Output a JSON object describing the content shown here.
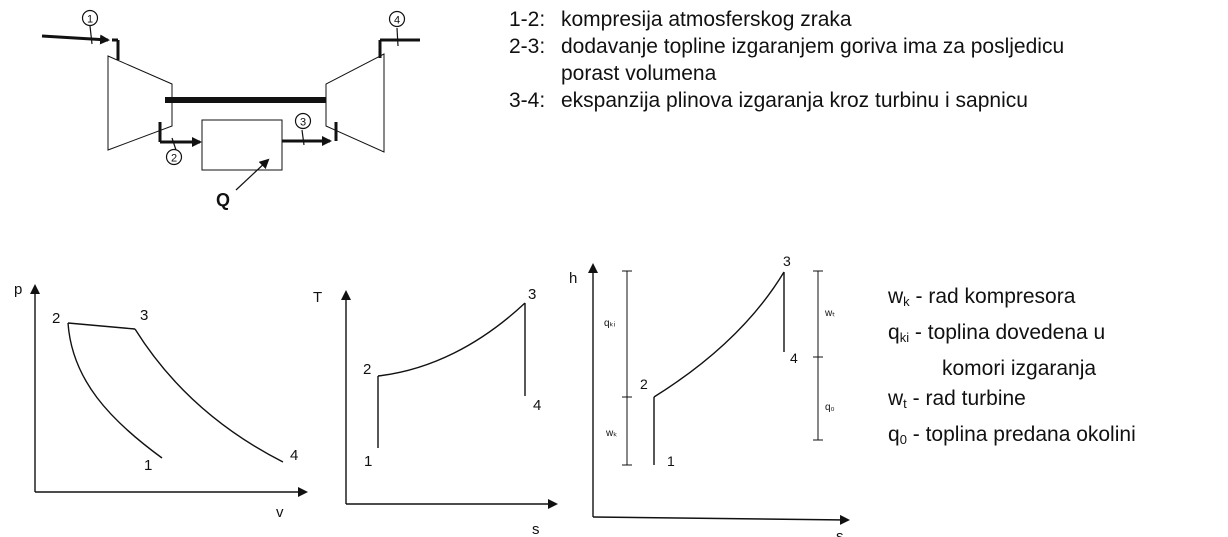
{
  "schematic": {
    "node_labels": [
      "1",
      "2",
      "3",
      "4"
    ],
    "heat_label": "Q"
  },
  "process_steps": [
    {
      "key": "1-2:",
      "text": "kompresija atmosferskog zraka"
    },
    {
      "key": "2-3:",
      "text": "dodavanje topline izgaranjem goriva ima za posljedicu porast volumena"
    },
    {
      "key": "3-4:",
      "text": "ekspanzija plinova izgaranja kroz turbinu i sapnicu"
    }
  ],
  "pv_diagram": {
    "y_axis": "p",
    "x_axis": "v",
    "points": [
      "1",
      "2",
      "3",
      "4"
    ]
  },
  "ts_diagram": {
    "y_axis": "T",
    "x_axis": "s",
    "points": [
      "1",
      "2",
      "3",
      "4"
    ]
  },
  "hs_diagram": {
    "y_axis": "h",
    "x_axis": "s",
    "points": [
      "1",
      "2",
      "3",
      "4"
    ],
    "left_annotations": [
      "qₖᵢ",
      "wₖ"
    ],
    "right_annotations": [
      "wₜ",
      "q₀"
    ]
  },
  "legend": [
    {
      "sym": "w",
      "sub": "k",
      "text": " - rad kompresora"
    },
    {
      "sym": "q",
      "sub": "ki",
      "text": " - toplina dovedena u"
    },
    {
      "sym": "",
      "sub": "",
      "text": "komori izgaranja"
    },
    {
      "sym": "w",
      "sub": "t",
      "text": " - rad turbine"
    },
    {
      "sym": "q",
      "sub": "0",
      "text": " - toplina predana okolini"
    }
  ]
}
